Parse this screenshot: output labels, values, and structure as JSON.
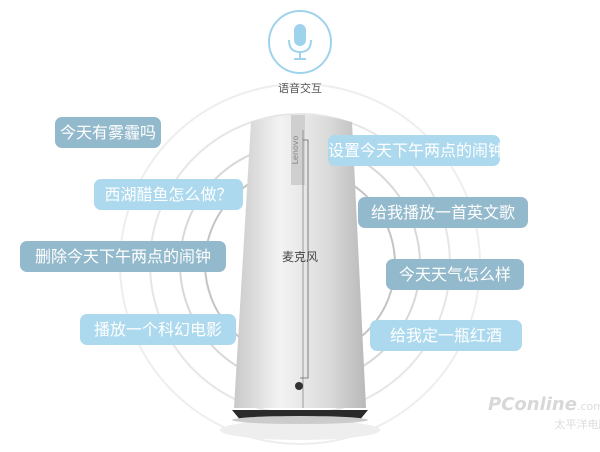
{
  "header": {
    "mic_icon": "microphone-icon",
    "label": "语音交互"
  },
  "speaker": {
    "brand": "Lenovo",
    "mic_label": "麦克风"
  },
  "bubbles": [
    {
      "text": "今天有雾霾吗",
      "style": "dark"
    },
    {
      "text": "设置今天下午两点的闹钟",
      "style": "light"
    },
    {
      "text": "西湖醋鱼怎么做？",
      "style": "light"
    },
    {
      "text": "给我播放一首英文歌",
      "style": "dark"
    },
    {
      "text": "删除今天下午两点的闹钟",
      "style": "dark"
    },
    {
      "text": "今天天气怎么样",
      "style": "dark"
    },
    {
      "text": "播放一个科幻电影",
      "style": "light"
    },
    {
      "text": "给我定一瓶红酒",
      "style": "light"
    }
  ],
  "colors": {
    "dark_bubble": "#93b9cc",
    "light_bubble": "#acd9ee",
    "mic_accent": "#9fd3ec"
  },
  "watermark": {
    "logo": "PConline",
    "sub": "太平洋电脑网",
    "domain": ".com.cn"
  }
}
